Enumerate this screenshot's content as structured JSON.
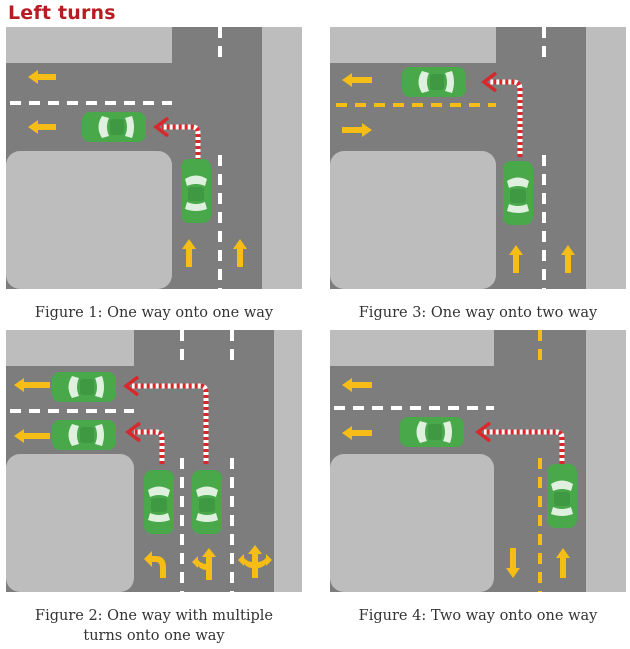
{
  "title": "Left turns",
  "colors": {
    "road": "#7d7d7d",
    "kerb": "#bdbdbd",
    "line_white": "#ffffff",
    "line_yellow": "#f5bd16",
    "car": "#48a84a",
    "path_red": "#d8282c",
    "heading": "#b81c22"
  },
  "icons": [
    "green-car-icon",
    "yellow-arrow-icon",
    "red-dashed-turn-path"
  ],
  "figures": [
    {
      "id": "fig1",
      "caption": "Figure 1: One way onto one way"
    },
    {
      "id": "fig3",
      "caption": "Figure 3: One way onto two way"
    },
    {
      "id": "fig2",
      "caption_lines": [
        "Figure 2: One way with multiple",
        "turns onto one way"
      ]
    },
    {
      "id": "fig4",
      "caption": "Figure 4: Two way onto one way"
    }
  ]
}
